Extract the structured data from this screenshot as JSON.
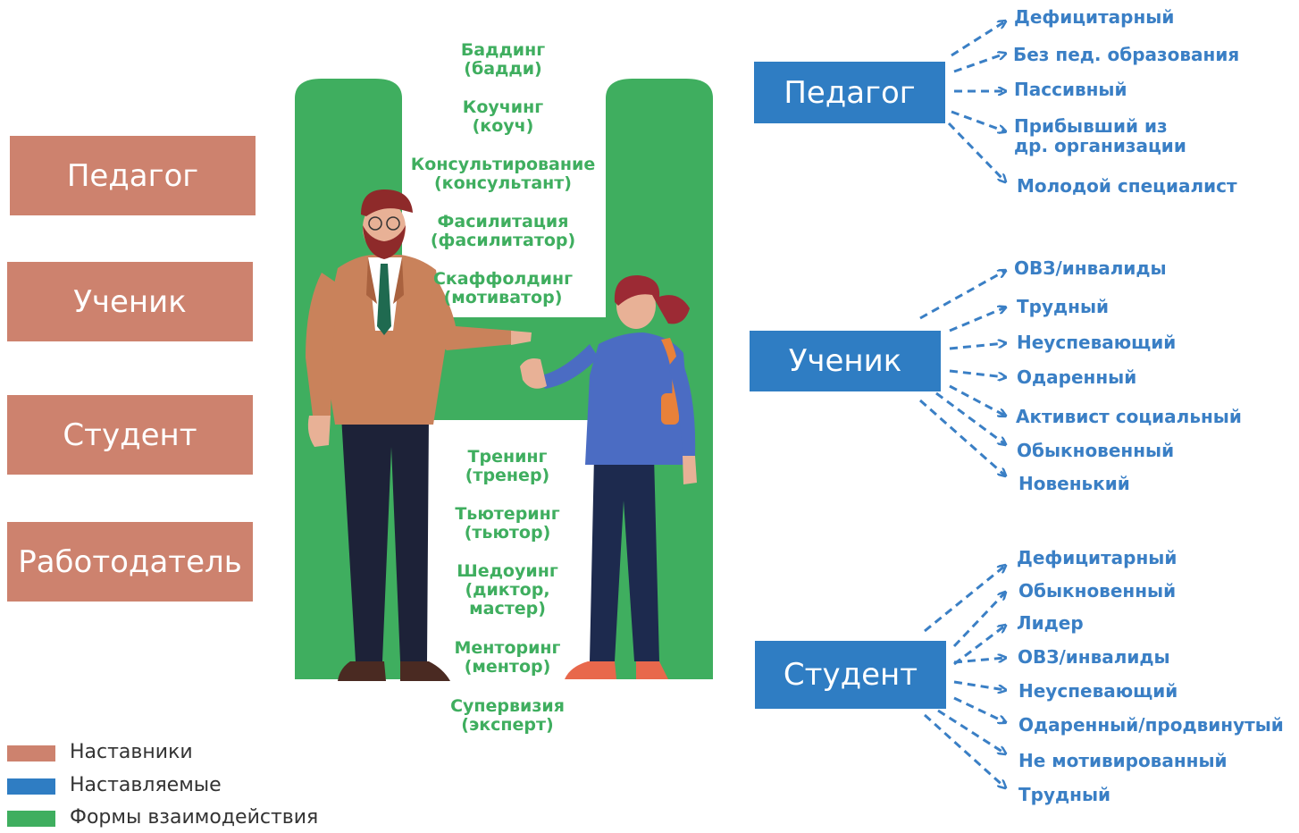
{
  "mentors": {
    "items": [
      {
        "label": "Педагог"
      },
      {
        "label": "Ученик"
      },
      {
        "label": "Студент"
      },
      {
        "label": "Работодатель"
      }
    ]
  },
  "forms": {
    "upper": [
      {
        "name": "Баддинг",
        "role": "(бадди)"
      },
      {
        "name": "Коучинг",
        "role": "(коуч)"
      },
      {
        "name": "Консультирование",
        "role": "(консультант)"
      },
      {
        "name": "Фасилитация",
        "role": "(фасилитатор)"
      },
      {
        "name": "Скаффолдинг",
        "role": "(мотиватор)"
      }
    ],
    "lower": [
      {
        "name": "Тренинг",
        "role": "(тренер)"
      },
      {
        "name": "Тьютеринг",
        "role": "(тьютор)"
      },
      {
        "name": "Шедоуинг",
        "role": "(диктор,",
        "role2": "мастер)"
      },
      {
        "name": "Менторинг",
        "role": "(ментор)"
      },
      {
        "name": "Супервизия",
        "role": "(эксперт)"
      }
    ]
  },
  "mentees": {
    "teacher": {
      "label": "Педагог",
      "categories": [
        "Дефицитарный",
        "Без пед. образования",
        "Пассивный",
        "Прибывший из",
        "др. организации",
        "Молодой специалист"
      ]
    },
    "pupil": {
      "label": "Ученик",
      "categories": [
        "ОВЗ/инвалиды",
        "Трудный",
        "Неуспевающий",
        "Одаренный",
        "Активист социальный",
        "Обыкновенный",
        "Новенький"
      ]
    },
    "student": {
      "label": "Студент",
      "categories": [
        "Дефицитарный",
        "Обыкновенный",
        "Лидер",
        "ОВЗ/инвалиды",
        "Неуспевающий",
        "Одаренный/продвинутый",
        "Не мотивированный",
        "Трудный"
      ]
    }
  },
  "legend": {
    "items": [
      {
        "label": "Наставники",
        "color": "#cd826e"
      },
      {
        "label": "Наставляемые",
        "color": "#2f7dc3"
      },
      {
        "label": "Формы взаимодействия",
        "color": "#3fae5f"
      }
    ]
  },
  "colors": {
    "mentor": "#cd826e",
    "mentee": "#2f7dc3",
    "form_green": "#3fae5f",
    "category_blue": "#3a7fc5"
  }
}
